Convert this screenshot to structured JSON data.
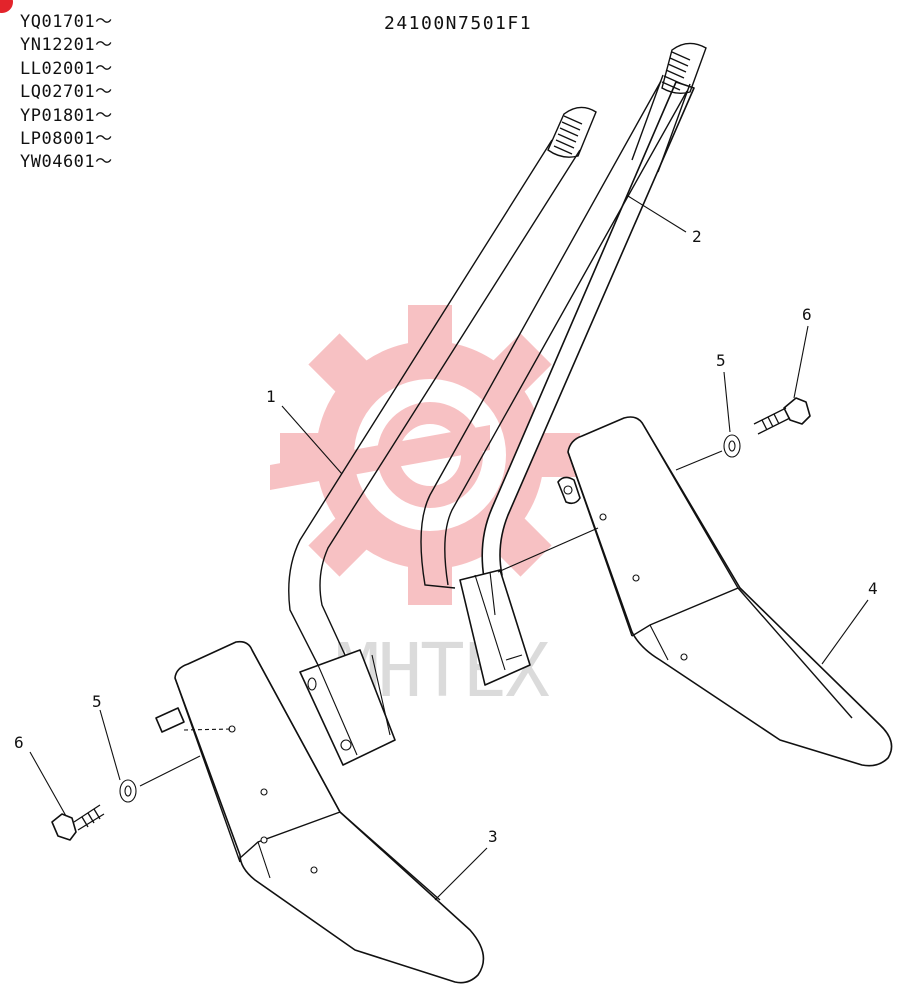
{
  "diagram": {
    "title_code": "24100N7501F1",
    "ref_codes": [
      "YQ01701～",
      "YN12201～",
      "LL02001～",
      "LQ02701～",
      "YP01801～",
      "LP08001～",
      "YW04601～"
    ],
    "watermark": "MHTEX",
    "callouts": [
      "1",
      "2",
      "3",
      "4",
      "5",
      "5",
      "6",
      "6"
    ],
    "colors": {
      "line": "#111111",
      "watermark_red": "#e3242b",
      "watermark_gray": "#bfbfbf",
      "background": "#ffffff"
    }
  }
}
